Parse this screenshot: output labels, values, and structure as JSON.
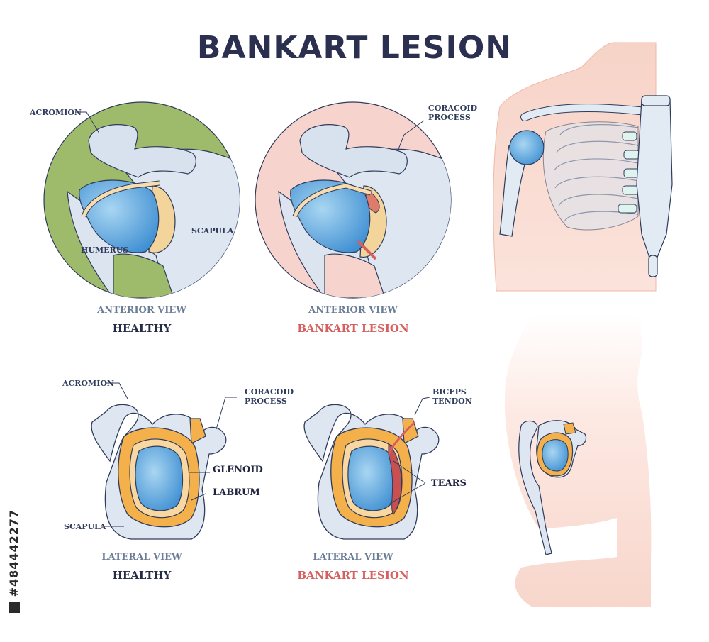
{
  "title": "BANKART LESION",
  "labels": {
    "acromion_top": "ACROMION",
    "coracoid_top": "CORACOID\nPROCESS",
    "humerus": "HUMERUS",
    "scapula_top": "SCAPULA",
    "acromion_bottom": "ACROMION",
    "coracoid_bottom": "CORACOID\nPROCESS",
    "glenoid": "GLENOID",
    "labrum": "LABRUM",
    "scapula_bottom": "SCAPULA",
    "biceps_tendon": "BICEPS\nTENDON",
    "tears": "TEARS"
  },
  "captions": {
    "top_left_view": "ANTERIOR VIEW",
    "top_left_status": "HEALTHY",
    "top_mid_view": "ANTERIOR VIEW",
    "top_mid_status": "BANKART LESION",
    "bottom_left_view": "LATERAL VIEW",
    "bottom_left_status": "HEALTHY",
    "bottom_mid_view": "LATERAL VIEW",
    "bottom_mid_status": "BANKART LESION"
  },
  "stock_id": "#484442277",
  "colors": {
    "title": "#2b3050",
    "healthy_bg": "#9dbb6a",
    "lesion_bg": "#f6d3cc",
    "bone": "#dbe4ef",
    "cartilage_blue": "#6fb6e6",
    "labrum_orange": "#f3b04b",
    "skin": "#f7d2c6",
    "lesion_red": "#d65f5f"
  }
}
